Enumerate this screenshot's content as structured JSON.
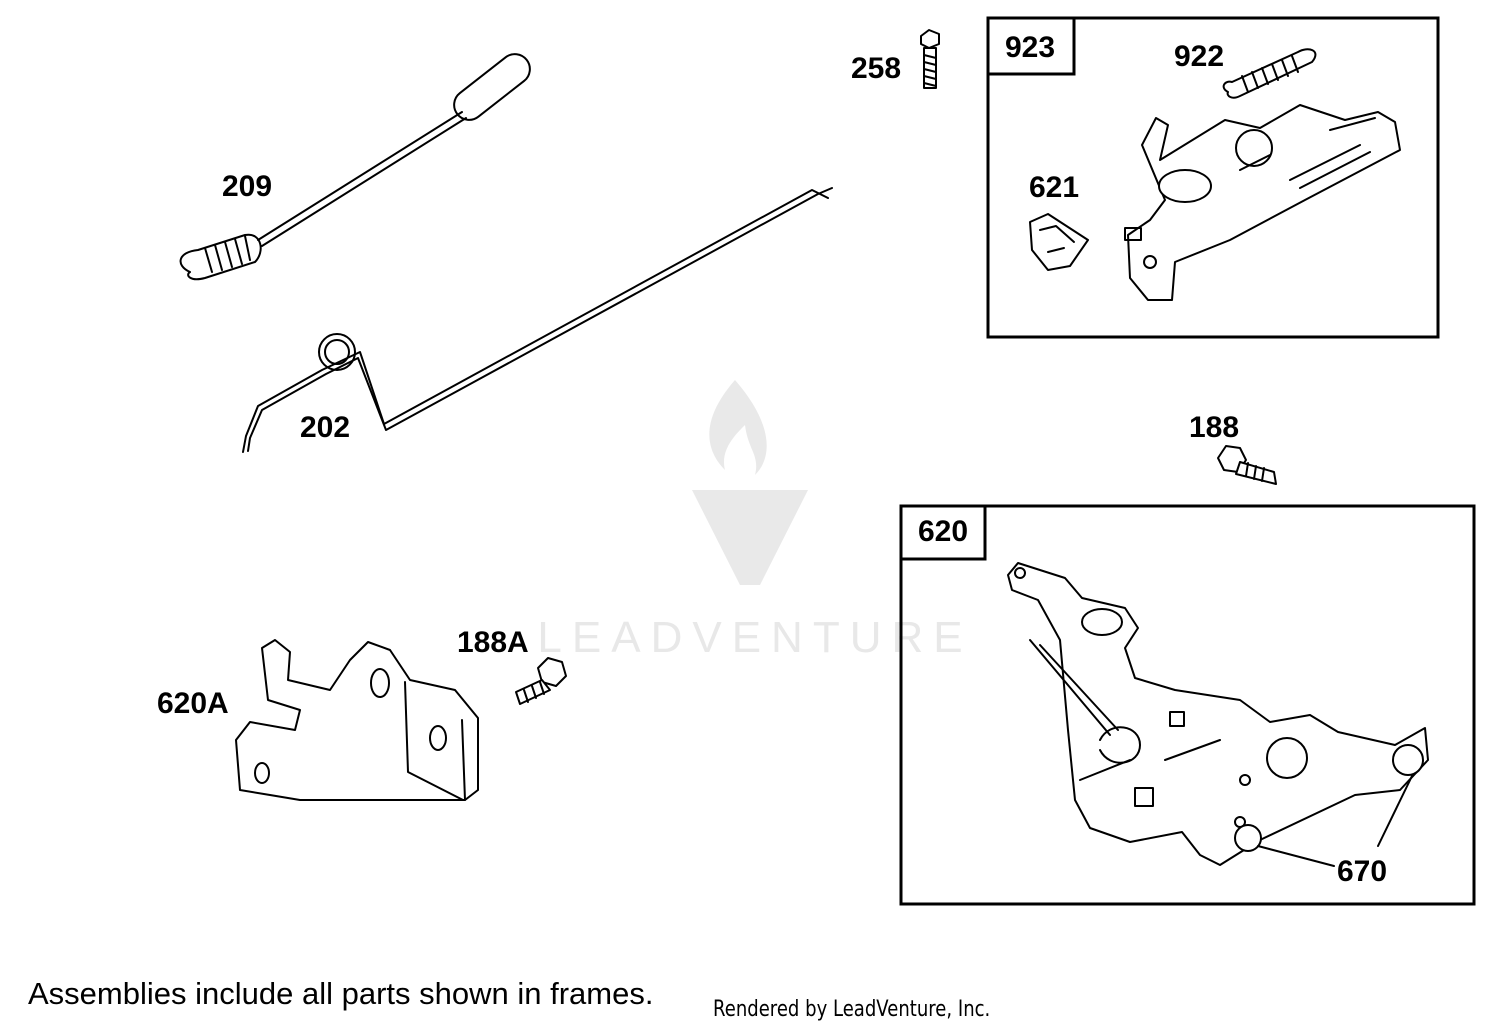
{
  "parts": {
    "p209": "209",
    "p202": "202",
    "p258": "258",
    "p923": "923",
    "p922": "922",
    "p621": "621",
    "p188": "188",
    "p620": "620",
    "p620A": "620A",
    "p188A": "188A",
    "p670": "670"
  },
  "watermark": {
    "text": "LEADVENTURE",
    "icon": "leadventure-flame-logo",
    "color": "#e6e6e6"
  },
  "footer": {
    "note": "Assemblies include all parts shown in frames.",
    "credit": "Rendered by LeadVenture, Inc."
  }
}
